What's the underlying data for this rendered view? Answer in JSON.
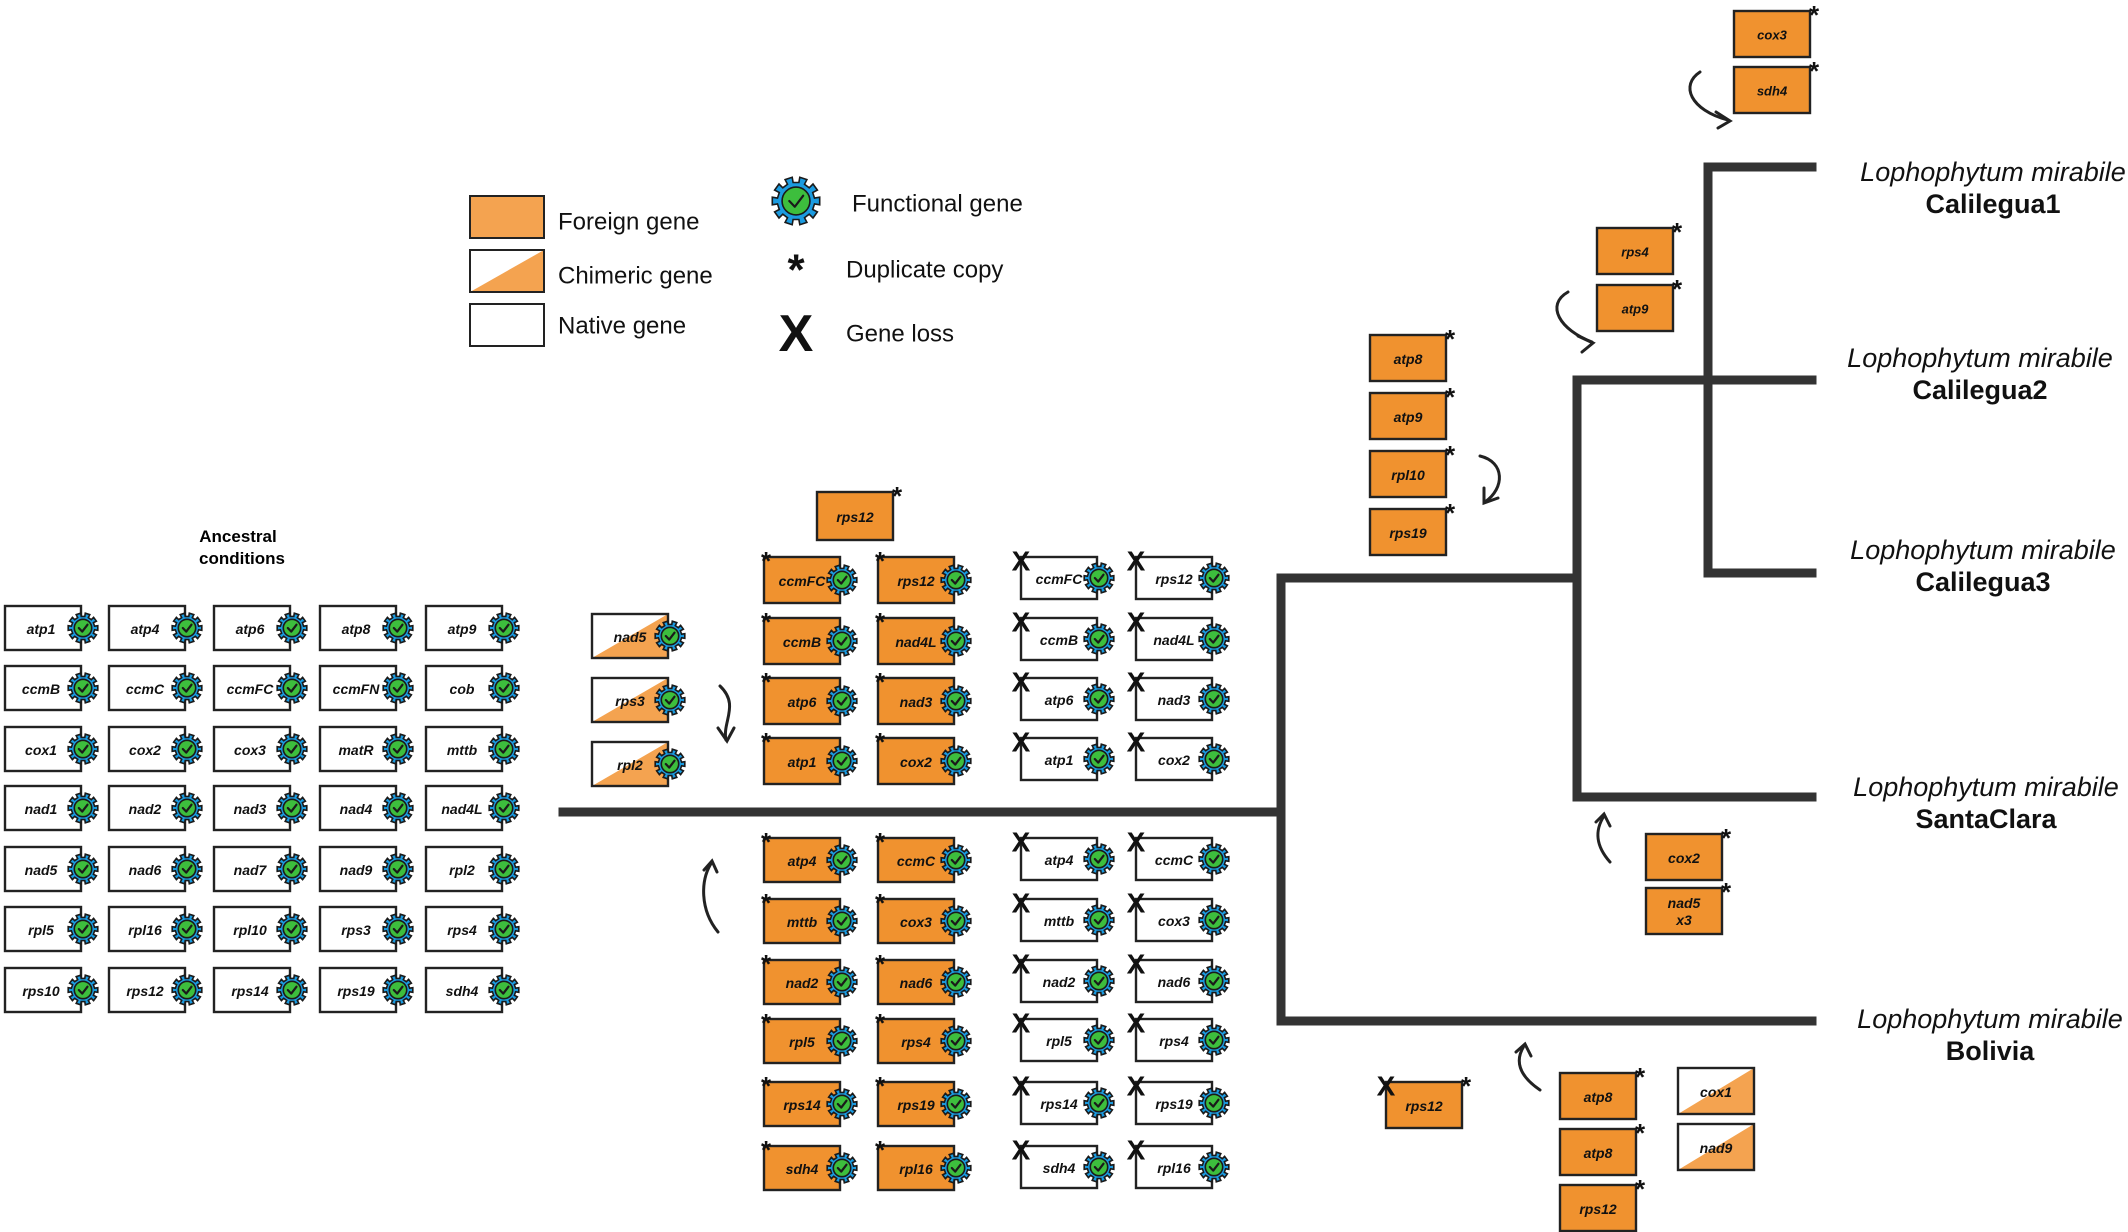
{
  "colors": {
    "foreign": "#F4A350",
    "foreign_dark": "#F0922F",
    "native": "#FFFFFF",
    "stroke": "#222222",
    "branch": "#333333",
    "gear": "#1B9BE0",
    "check": "#3DBE3D"
  },
  "legend": {
    "foreign": "Foreign gene",
    "chimeric": "Chimeric gene",
    "native": "Native gene",
    "functional": "Functional gene",
    "duplicate": "Duplicate copy",
    "duplicate_symbol": "*",
    "loss": "Gene loss",
    "loss_symbol": "X"
  },
  "ancestral": {
    "title_line1": "Ancestral",
    "title_line2": "conditions",
    "genes": [
      "atp1",
      "atp4",
      "atp6",
      "atp8",
      "atp9",
      "ccmB",
      "ccmC",
      "ccmFC",
      "ccmFN",
      "cob",
      "cox1",
      "cox2",
      "cox3",
      "matR",
      "mttb",
      "nad1",
      "nad2",
      "nad3",
      "nad4",
      "nad4L",
      "nad5",
      "nad6",
      "nad7",
      "nad9",
      "rpl2",
      "rpl5",
      "rpl16",
      "rpl10",
      "rps3",
      "rps4",
      "rps10",
      "rps12",
      "rps14",
      "rps19",
      "sdh4"
    ]
  },
  "chimeric_genes": [
    "nad5",
    "rps3",
    "rpl2"
  ],
  "stem_duplicate": "rps12",
  "foreign_upper": [
    "ccmFC",
    "rps12",
    "ccmB",
    "nad4L",
    "atp6",
    "nad3",
    "atp1",
    "cox2"
  ],
  "foreign_lower": [
    "atp4",
    "ccmC",
    "mttb",
    "cox3",
    "nad2",
    "nad6",
    "rpl5",
    "rps4",
    "rps14",
    "rps19",
    "sdh4",
    "rpl16"
  ],
  "lost_upper": [
    "ccmFC",
    "rps12",
    "ccmB",
    "nad4L",
    "atp6",
    "nad3",
    "atp1",
    "cox2"
  ],
  "lost_lower": [
    "atp4",
    "ccmC",
    "mttb",
    "cox3",
    "nad2",
    "nad6",
    "rpl5",
    "rps4",
    "rps14",
    "rps19",
    "sdh4",
    "rpl16"
  ],
  "branch_genes": {
    "inner": [
      "atp8",
      "atp9",
      "rpl10",
      "rps19"
    ],
    "calilegua_pair": [
      "rps4",
      "atp9"
    ],
    "calilegua1": [
      "cox3",
      "sdh4"
    ],
    "santaclara": [
      "cox2",
      "nad5"
    ],
    "santaclara_extra": "x3",
    "bolivia_lost": "rps12",
    "bolivia_foreign": [
      "atp8",
      "atp8",
      "rps12"
    ],
    "bolivia_chimeric": [
      "cox1",
      "nad9"
    ]
  },
  "taxa": [
    {
      "genus": "Lophophytum mirabile",
      "name": "Calilegua1"
    },
    {
      "genus": "Lophophytum mirabile",
      "name": "Calilegua2"
    },
    {
      "genus": "Lophophytum mirabile",
      "name": "Calilegua3"
    },
    {
      "genus": "Lophophytum mirabile",
      "name": "SantaClara"
    },
    {
      "genus": "Lophophytum mirabile",
      "name": "Bolivia"
    }
  ]
}
